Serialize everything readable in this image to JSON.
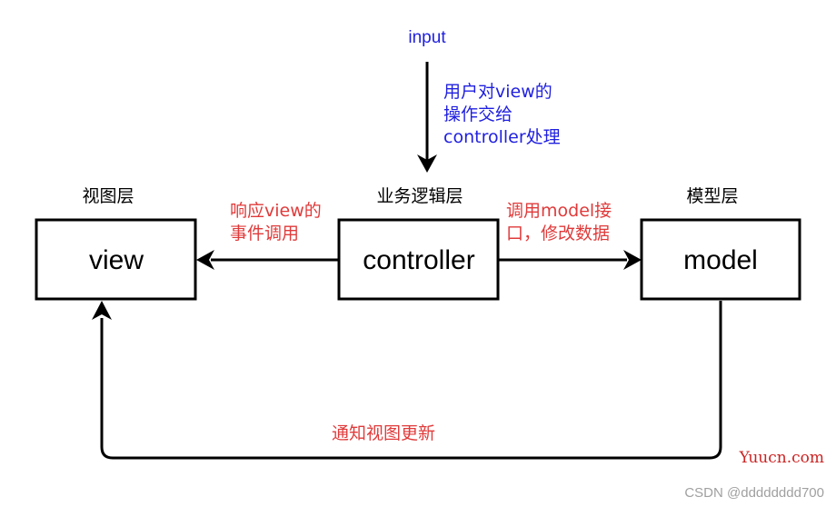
{
  "colors": {
    "blue": "#1f1fe0",
    "red": "#e03a3a",
    "black": "#000000",
    "watermark_red": "#cc2222",
    "watermark_gray": "#a0a0a0"
  },
  "input": {
    "label": "input",
    "note_lines": [
      "用户对view的",
      "操作交给",
      "controller处理"
    ]
  },
  "view": {
    "layer": "视图层",
    "label": "view"
  },
  "controller": {
    "layer": "业务逻辑层",
    "label": "controller"
  },
  "model": {
    "layer": "模型层",
    "label": "model"
  },
  "edges": {
    "controller_to_view": {
      "note_lines": [
        "响应view的",
        "事件调用"
      ]
    },
    "controller_to_model": {
      "note_lines": [
        "调用model接",
        "口，修改数据"
      ]
    },
    "model_to_view": {
      "note": "通知视图更新"
    }
  },
  "watermarks": {
    "site": "Yuucn.com",
    "csdn": "CSDN @dddddddd700"
  }
}
